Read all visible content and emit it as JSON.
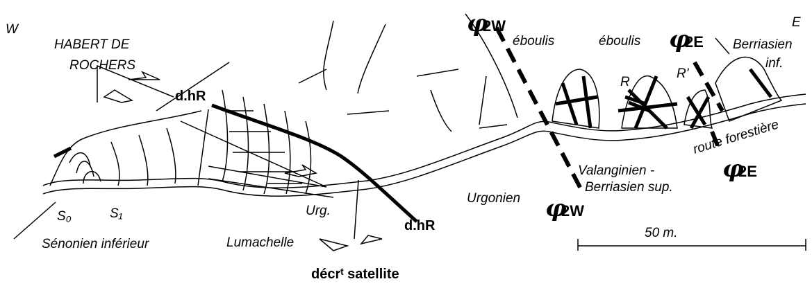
{
  "orientation": {
    "west": "W",
    "east": "E"
  },
  "labels": {
    "habert_line1": "HABERT DE",
    "habert_line2": "ROCHERS",
    "dhr_top": "d.hR",
    "dhr_bottom": "d.hR",
    "eboulis_1": "éboulis",
    "eboulis_2": "éboulis",
    "berriasien_inf_1": "Berriasien",
    "berriasien_inf_2": "inf.",
    "r": "R",
    "r_prime": "R'",
    "route": "route forestière",
    "valanginien_1": "Valanginien -",
    "valanginien_2": "Berriasien sup.",
    "urgonien": "Urgonien",
    "urg": "Urg.",
    "s0": "S₀",
    "s1": "S₁",
    "senonien": "Sénonien inférieur",
    "lumachelle": "Lumachelle",
    "decrt": "décrᵗ satellite"
  },
  "faults": {
    "phi_symbol": "φ",
    "w_top": "2W",
    "w_bottom": "2W",
    "e_top": "2E",
    "e_bottom": "2E"
  },
  "scale": {
    "label": "50 m.",
    "length_m": 50
  }
}
